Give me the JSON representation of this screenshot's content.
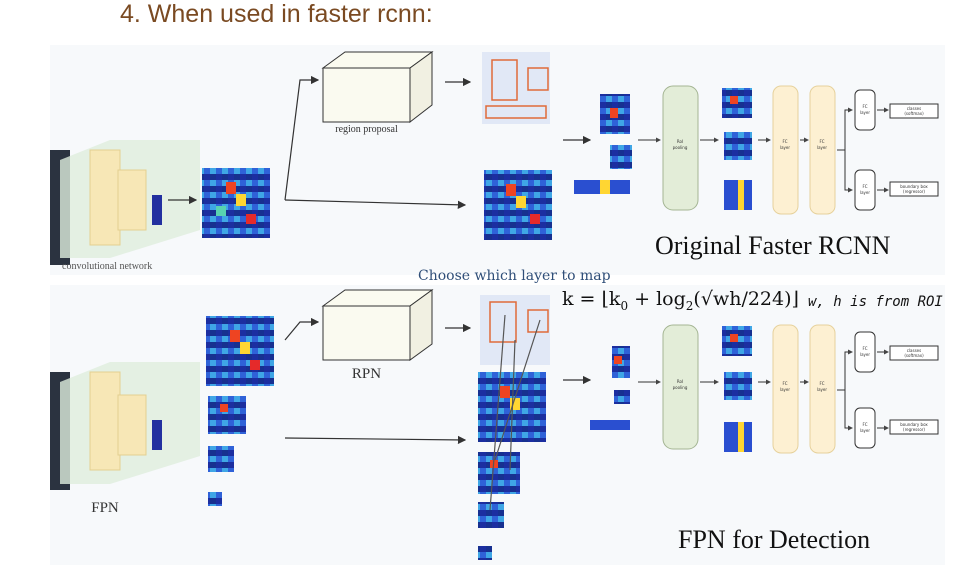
{
  "slide": {
    "title": "4. When used in faster rcnn:"
  },
  "top_diagram": {
    "region_proposal_label": "region proposal",
    "backbone_label": "convolutional network",
    "caption": "Original Faster RCNN",
    "roi_pooling_label": [
      "RoI",
      "pooling"
    ],
    "fc_layer_label": [
      "FC",
      "layer"
    ],
    "classes_label": [
      "classes",
      "(softmax)"
    ],
    "bbox_label": [
      "boundary box",
      "(regressor)"
    ]
  },
  "bottom_diagram": {
    "rpn_label": "RPN",
    "backbone_label": "FPN",
    "caption": "FPN for Detection",
    "roi_pooling_label": [
      "RoI",
      "pooling"
    ],
    "fc_layer_label": [
      "FC",
      "layer"
    ],
    "classes_label": [
      "classes",
      "(softmax)"
    ],
    "bbox_label": [
      "boundary box",
      "(regressor)"
    ]
  },
  "annotations": {
    "choose_layer": "Choose which layer to map",
    "formula_lhs": "k = ⌊k",
    "formula_sub0": "0",
    "formula_mid": " + log",
    "formula_sub2": "2",
    "formula_rhs": "(√wh/224)⌋",
    "formula_note": "w, h is from ROI"
  },
  "colors": {
    "title": "#7a4a22",
    "note": "#2f4e78",
    "feature_map_blue": "#1d2f9e",
    "roi_box": "#e06a3a",
    "fc_fill": "#fdf0d2",
    "roi_pool_fill": "#e3edd8"
  }
}
